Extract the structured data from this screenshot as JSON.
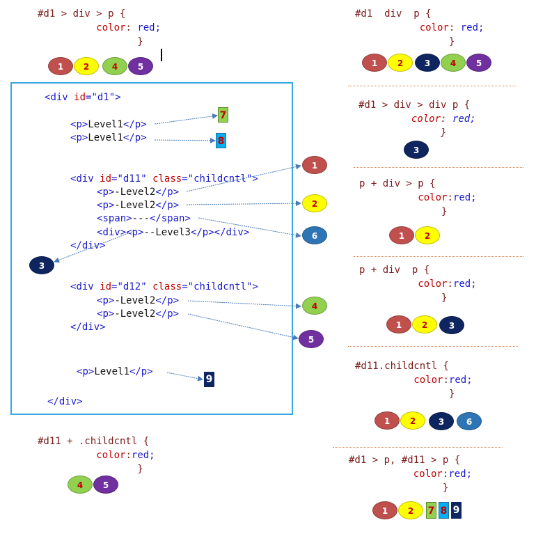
{
  "rules": {
    "r1": {
      "selector": "#d1 > div > p {",
      "prop": "color",
      "val": "red;",
      "close": "}"
    },
    "r2": {
      "selector": "#d1  div  p {",
      "prop": "color",
      "val": "red;",
      "close": "}"
    },
    "r3": {
      "selector": "#d1 > div > div p {",
      "prop": "color",
      "val": "red;",
      "close": "}"
    },
    "r4": {
      "selector": "p + div > p {",
      "prop": "color",
      "val": "red;",
      "close": "}"
    },
    "r5": {
      "selector": "p + div  p {",
      "prop": "color",
      "val": "red;",
      "close": "}"
    },
    "r6": {
      "selector": "#d11.childcntl {",
      "prop": "color",
      "val": "red;",
      "close": "}"
    },
    "r7": {
      "selector": "#d11 + .childcntl {",
      "prop": "color",
      "val": "red;",
      "close": "}"
    },
    "r8": {
      "selector": "#d1 > p, #d11 > p {",
      "prop": "color",
      "val": "red;",
      "close": "}"
    }
  },
  "sep": ":",
  "html": {
    "lt": "<",
    "gt": ">",
    "lt_close": "</",
    "q": "\"",
    "eq": "=",
    "div": "div",
    "p": "p",
    "span": "span",
    "id": "id",
    "class": "class",
    "d1": "d1",
    "d11": "d11",
    "d12": "d12",
    "childcntl": "childcntl",
    "level1": "Level1",
    "level2": "-Level2",
    "level3": "--Level3",
    "dashes": "---"
  },
  "badges": [
    "1",
    "2",
    "3",
    "4",
    "5",
    "6",
    "7",
    "8",
    "9"
  ],
  "colors": {
    "c1": "#c0504d",
    "c2": "#ffff00",
    "c3": "#0e2560",
    "c4": "#92d050",
    "c5": "#7030a0",
    "c6": "#2e75b6",
    "frame": "#3aa8e0",
    "arrow": "#4a7ab8"
  }
}
